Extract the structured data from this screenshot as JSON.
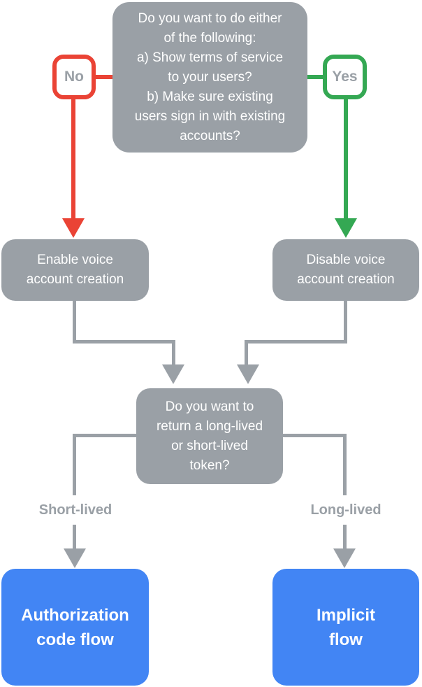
{
  "colors": {
    "gray": "#9AA0A6",
    "red": "#EA4335",
    "green": "#34A853",
    "blue": "#4285F4",
    "node_text": "#FFFFFF",
    "label_text": "#9AA0A6",
    "background": "#FFFFFF"
  },
  "flowchart": {
    "root_question": "Do you want to do either\nof the following:\na) Show terms of service\nto your users?\nb) Make sure existing\nusers sign in with existing\naccounts?",
    "no_label": "No",
    "yes_label": "Yes",
    "enable_node": "Enable voice\naccount creation",
    "disable_node": "Disable voice\naccount creation",
    "token_question": "Do you want to\nreturn a long-lived\nor short-lived\ntoken?",
    "short_lived_label": "Short-lived",
    "long_lived_label": "Long-lived",
    "authorization_node": "Authorization\ncode flow",
    "implicit_node": "Implicit\nflow"
  }
}
